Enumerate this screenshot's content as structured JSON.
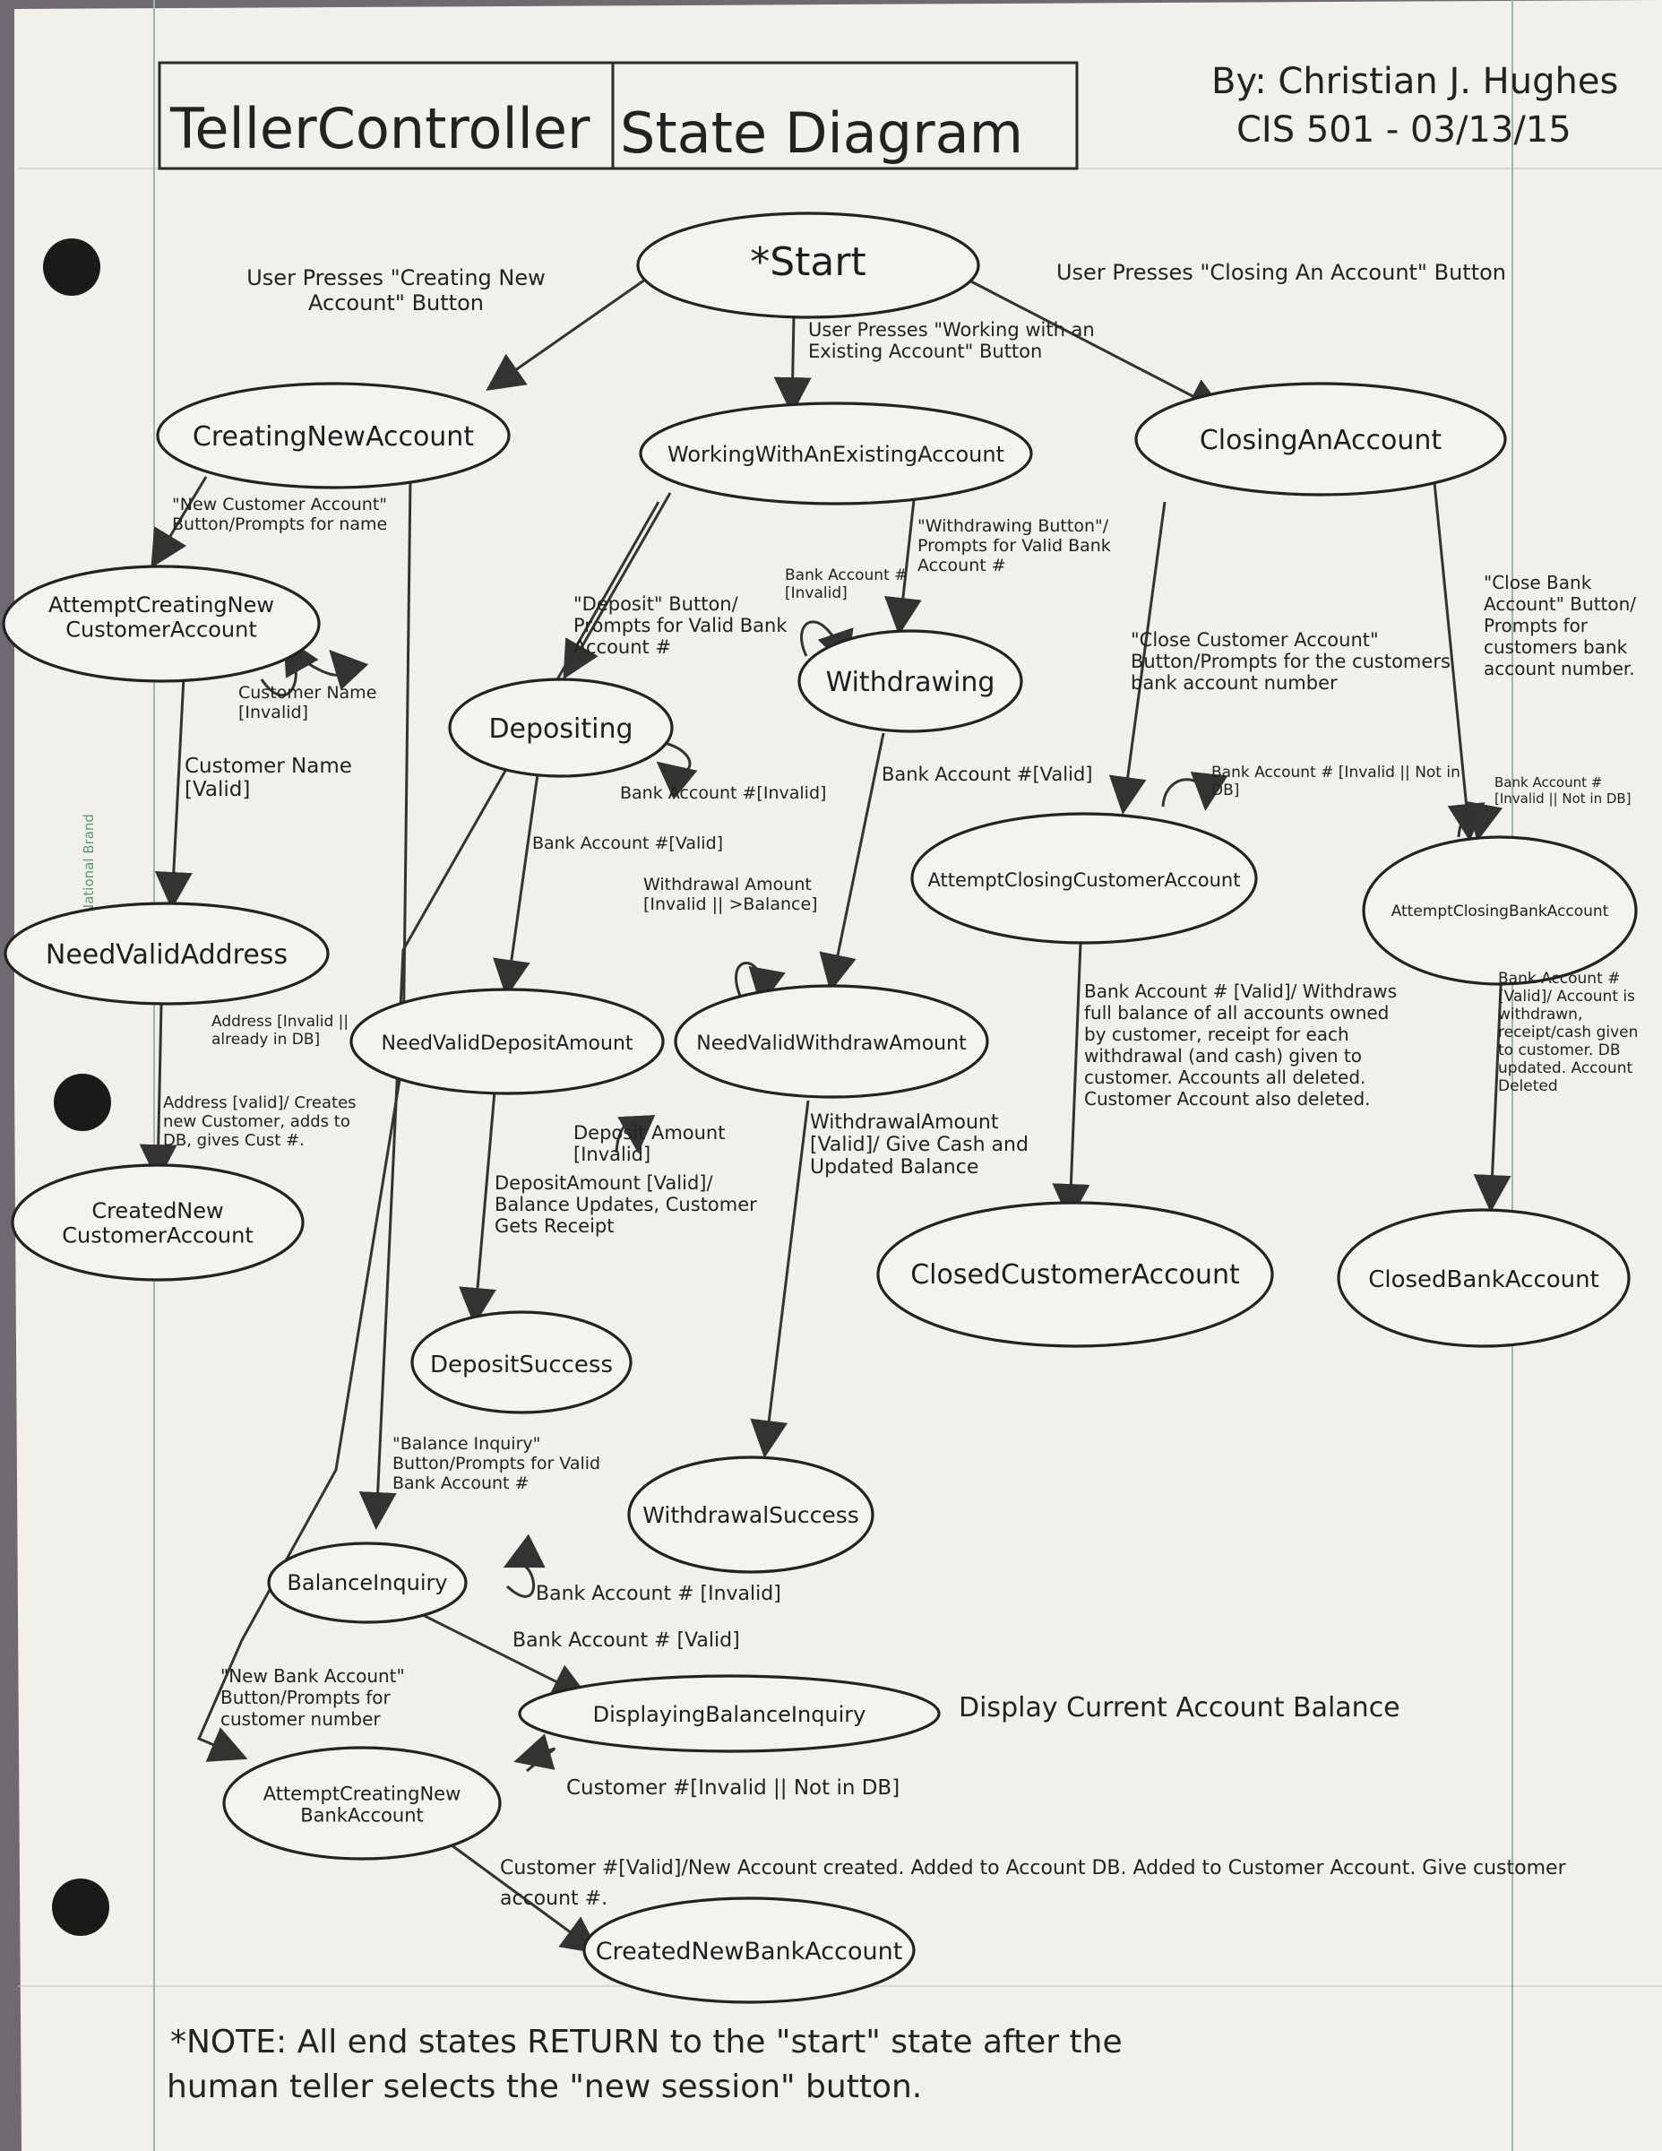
{
  "header": {
    "title_left": "TellerController",
    "title_right": "State Diagram",
    "author": "By: Christian J. Hughes",
    "course_date": "CIS 501 - 03/13/15"
  },
  "paper_brand": "National Brand",
  "states": {
    "start": "*Start",
    "creating_new_account": "CreatingNewAccount",
    "working_existing": "WorkingWithAnExistingAccount",
    "closing_account": "ClosingAnAccount",
    "attempt_new_customer": "AttemptCreatingNew CustomerAccount",
    "need_valid_address": "NeedValidAddress",
    "created_new_customer": "CreatedNew CustomerAccount",
    "depositing": "Depositing",
    "withdrawing": "Withdrawing",
    "need_valid_deposit": "NeedValidDepositAmount",
    "need_valid_withdraw": "NeedValidWithdrawAmount",
    "deposit_success": "DepositSuccess",
    "withdrawal_success": "WithdrawalSuccess",
    "attempt_closing_customer": "AttemptClosingCustomerAccount",
    "attempt_closing_bank": "AttemptClosingBankAccount",
    "closed_customer": "ClosedCustomerAccount",
    "closed_bank": "ClosedBankAccount",
    "balance_inquiry": "BalanceInquiry",
    "displaying_balance": "DisplayingBalanceInquiry",
    "attempt_new_bank": "AttemptCreatingNew BankAccount",
    "created_new_bank": "CreatedNewBankAccount"
  },
  "transitions": {
    "to_creating": "User Presses \"Creating New Account\" Button",
    "to_working": "User Presses \"Working with an Existing Account\" Button",
    "to_closing": "User Presses \"Closing An Account\" Button",
    "new_customer_button": "\"New Customer Account\" Button/Prompts for name",
    "customer_name_invalid": "Customer Name [Invalid]",
    "customer_name_valid": "Customer Name [Valid]",
    "address_invalid": "Address [Invalid || already in DB]",
    "address_valid": "Address [valid]/ Creates new Customer, adds to DB, gives Cust #.",
    "deposit_button": "\"Deposit\" Button/ Prompts for Valid Bank Account #",
    "withdrawing_button": "\"Withdrawing Button\"/ Prompts for Valid Bank Account #",
    "bank_acct_invalid_w": "Bank Account #[Invalid]",
    "bank_acct_invalid_d": "Bank Account #[Invalid]",
    "bank_acct_valid_d": "Bank Account #[Valid]",
    "bank_acct_valid_w": "Bank Account #[Valid]",
    "withdraw_amount_invalid": "Withdrawal Amount [Invalid || >Balance]",
    "deposit_amount_invalid": "Deposit Amount [Invalid]",
    "deposit_amount_valid": "DepositAmount [Valid]/ Balance Updates, Customer Gets Receipt",
    "withdraw_amount_valid": "WithdrawalAmount [Valid]/ Give Cash and Updated Balance",
    "close_customer_button": "\"Close Customer Account\" Button/Prompts for the customers bank account number",
    "close_bank_button": "\"Close Bank Account\" Button/ Prompts for customers bank account number.",
    "closing_customer_invalid": "Bank Account # [Invalid || Not in DB]",
    "closing_bank_invalid": "Bank Account # [Invalid || Not in DB]",
    "closing_customer_valid": "Bank Account # [Valid]/ Withdraws full balance of all accounts owned by customer, receipt for each withdrawal (and cash) given to customer. Accounts all deleted. Customer Account also deleted.",
    "closing_bank_valid": "Bank Account #[Valid]/ Account is withdrawn, receipt/cash given to customer. DB updated. Account Deleted",
    "balance_button": "\"Balance Inquiry\" Button/Prompts for Valid Bank Account #",
    "balance_invalid": "Bank Account # [Invalid]",
    "balance_valid": "Bank Account # [Valid]",
    "display_balance": "Display Current Account Balance",
    "new_bank_button": "\"New Bank Account\" Button/Prompts for customer number",
    "customer_invalid": "Customer #[Invalid || Not in DB]",
    "customer_valid": "Customer #[Valid]/New Account created. Added to Account DB. Added to Customer Account. Give customer account #."
  },
  "note": {
    "line1": "*NOTE: All end states RETURN to the \"start\" state after the",
    "line2": "human teller selects the \"new session\" button."
  }
}
